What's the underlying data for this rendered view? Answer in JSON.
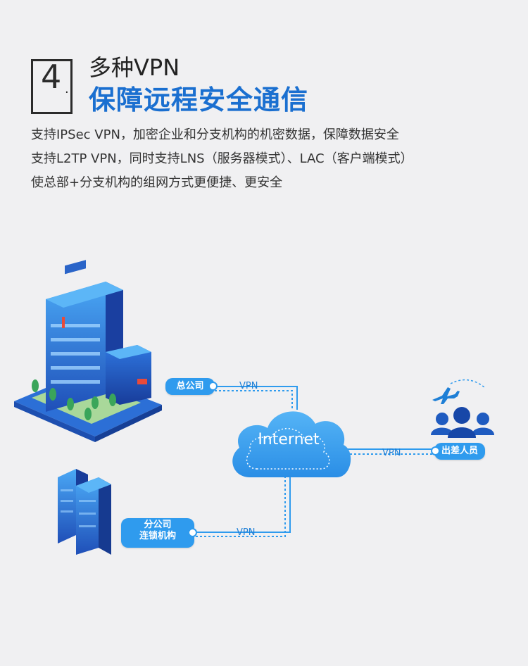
{
  "header": {
    "number": "4",
    "number_dot": ".",
    "title_line1": "多种VPN",
    "title_line2": "保障远程安全通信"
  },
  "description": [
    "支持IPSec VPN，加密企业和分支机构的机密数据，保障数据安全",
    "支持L2TP VPN，同时支持LNS（服务器模式）、LAC（客户端模式）",
    "使总部+分支机构的组网方式更便捷、更安全"
  ],
  "diagram": {
    "cloud_label": "Internet",
    "hq_label": "总公司",
    "branch_label_line1": "分公司",
    "branch_label_line2": "连锁机构",
    "travel_label": "出差人员",
    "vpn_hq": "VPN",
    "vpn_branch": "VPN",
    "vpn_travel": "VPN",
    "icons": [
      "hq-building-icon",
      "branch-building-icon",
      "airplane-icon",
      "people-icon",
      "cloud-icon"
    ],
    "colors": {
      "accent": "#2f9bee",
      "title_blue": "#1a6fd0",
      "building": "#2a5fc8"
    }
  }
}
